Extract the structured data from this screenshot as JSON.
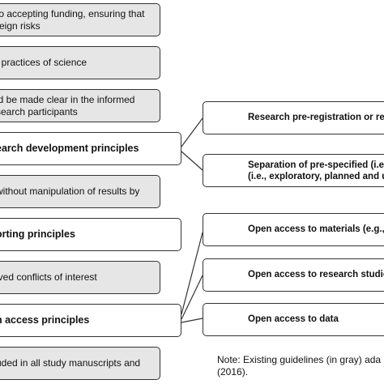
{
  "left_boxes": [
    {
      "lines": [
        "to accepting funding, ensuring that",
        "reign risks"
      ],
      "style": "gray"
    },
    {
      "lines": [
        "t practices of science"
      ],
      "style": "gray"
    },
    {
      "lines": [
        "ld be made clear in the informed",
        "search participants"
      ],
      "style": "gray"
    },
    {
      "lines": [
        "earch development principles"
      ],
      "style": "category"
    },
    {
      "lines": [
        "without manipulation of results by"
      ],
      "style": "gray"
    },
    {
      "lines": [
        "orting principles"
      ],
      "style": "category"
    },
    {
      "lines": [
        "ived conflicts of interest"
      ],
      "style": "gray"
    },
    {
      "lines": [
        "n access principles"
      ],
      "style": "category"
    },
    {
      "lines": [
        "uded in all study manuscripts and"
      ],
      "style": "gray"
    }
  ],
  "right_boxes": [
    {
      "lines": [
        "Research pre-registration or regi"
      ]
    },
    {
      "lines": [
        "Separation of pre-specified (i.e.",
        "(i.e., exploratory, planned and un"
      ]
    },
    {
      "lines": [
        "Open access to materials (e.g., s"
      ]
    },
    {
      "lines": [
        "Open access to research studies"
      ]
    },
    {
      "lines": [
        "Open access to data"
      ]
    }
  ],
  "note": [
    "Note: Existing guidelines (in gray) ada",
    "(2016)."
  ],
  "colors": {
    "gray_fill": "#e6e6e6",
    "border": "#333333",
    "text": "#111111"
  }
}
